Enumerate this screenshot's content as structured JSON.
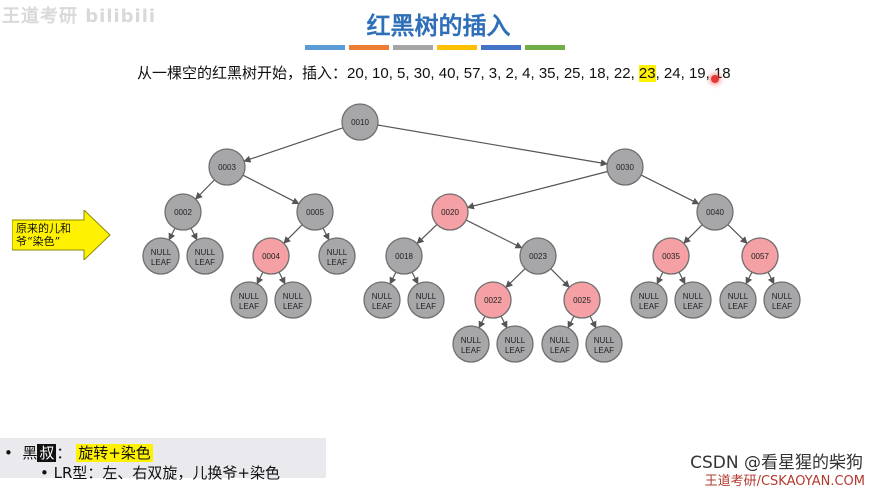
{
  "watermark": "王道考研 bilibili",
  "title": "红黑树的插入",
  "color_bar": [
    "#5b9bd5",
    "#ed7d31",
    "#a5a5a5",
    "#ffc000",
    "#4472c4",
    "#70ad47"
  ],
  "sequence": {
    "prefix": "从一棵空的红黑树开始，插入：",
    "before_highlight": "20, 10, 5, 30, 40, 57, 3, 2, 4, 35, 25, 18, 22, ",
    "highlight": "23",
    "after_highlight": ", 24, 19, 18"
  },
  "side_note": "原来的儿和爷“染色”",
  "tree": {
    "nodes": [
      {
        "id": "n0010",
        "label": "0010",
        "color": "black"
      },
      {
        "id": "n0003",
        "label": "0003",
        "color": "black"
      },
      {
        "id": "n0030",
        "label": "0030",
        "color": "black"
      },
      {
        "id": "n0002",
        "label": "0002",
        "color": "black"
      },
      {
        "id": "n0005",
        "label": "0005",
        "color": "black"
      },
      {
        "id": "n0020",
        "label": "0020",
        "color": "red"
      },
      {
        "id": "n0040",
        "label": "0040",
        "color": "black"
      },
      {
        "id": "n0004",
        "label": "0004",
        "color": "red"
      },
      {
        "id": "n0018",
        "label": "0018",
        "color": "black"
      },
      {
        "id": "n0023",
        "label": "0023",
        "color": "black"
      },
      {
        "id": "n0035",
        "label": "0035",
        "color": "red"
      },
      {
        "id": "n0057",
        "label": "0057",
        "color": "red"
      },
      {
        "id": "n0022",
        "label": "0022",
        "color": "red"
      },
      {
        "id": "n0025",
        "label": "0025",
        "color": "red"
      }
    ],
    "null_label_top": "NULL",
    "null_label_bottom": "LEAF"
  },
  "bottom": {
    "bullet1_prefix": "黑",
    "bullet1_boxed": "叔",
    "bullet1_sep": "：",
    "bullet1_highlight": "旋转+染色",
    "bullet2": "LR型：左、右双旋，儿换爷+染色"
  },
  "csdn_watermark": "CSDN @看星猩的柴狗",
  "site_watermark": "王道考研/CSKAOYAN.COM"
}
